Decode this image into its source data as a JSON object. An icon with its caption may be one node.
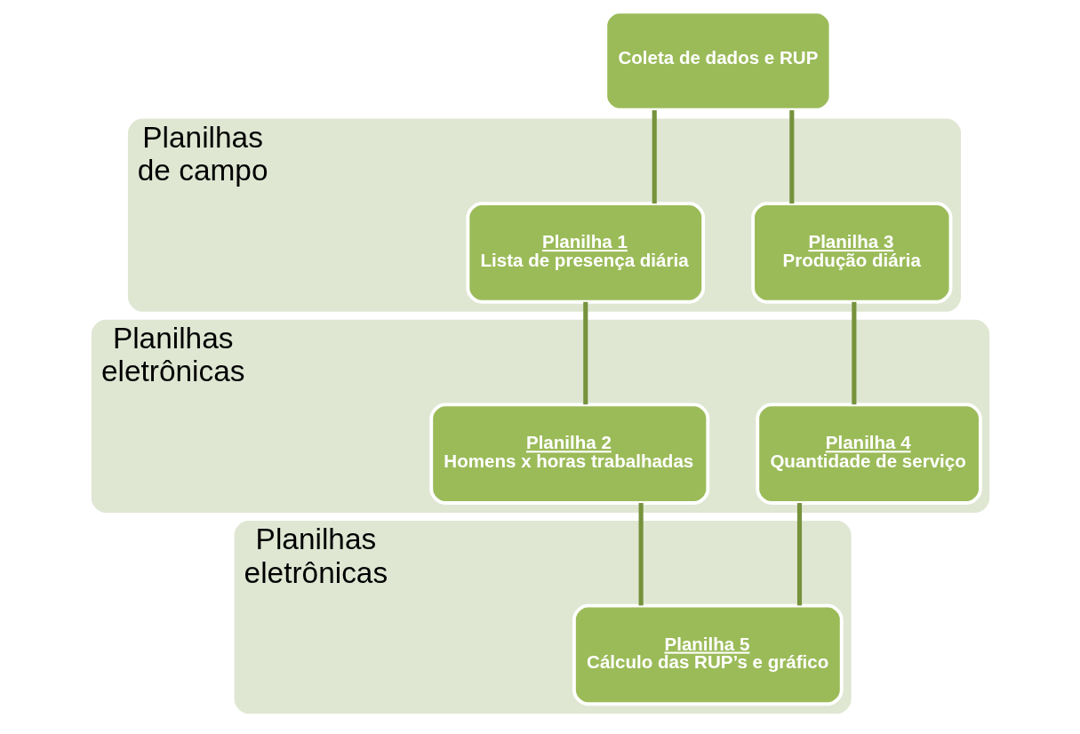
{
  "diagram": {
    "nodes": [
      {
        "text": [
          "Coleta de dados e RUP"
        ]
      },
      {
        "text": [
          "Planilhas de campo"
        ]
      },
      {
        "text": [
          "Planilha 1",
          "Lista de presença diária"
        ],
        "in": 1
      },
      {
        "text": [
          "Planilha 3",
          "Produção diária"
        ],
        "in": 1
      },
      {
        "text": [
          "Planilhas eletrônicas"
        ]
      },
      {
        "text": [
          "Planilha 2",
          "Homens x horas trabalhadas"
        ],
        "in": 4
      },
      {
        "text": [
          "Planilha 4",
          "Quantidade de serviço"
        ],
        "in": 4
      },
      {
        "text": [
          "Planilhas eletrônicas"
        ]
      },
      {
        "text": [
          "Planilha 5",
          "Cálculo das RUP’s e gráfico"
        ],
        "in": 7
      }
    ],
    "edges": [
      {
        "from": 0,
        "to": 2,
        "arrow": "none"
      },
      {
        "from": 0,
        "to": 3,
        "arrow": "none"
      },
      {
        "from": 2,
        "to": 5,
        "arrow": "none"
      },
      {
        "from": 3,
        "to": 6,
        "arrow": "none"
      },
      {
        "from": 5,
        "to": 8,
        "arrow": "none"
      },
      {
        "from": 6,
        "to": 8,
        "arrow": "none"
      }
    ]
  }
}
